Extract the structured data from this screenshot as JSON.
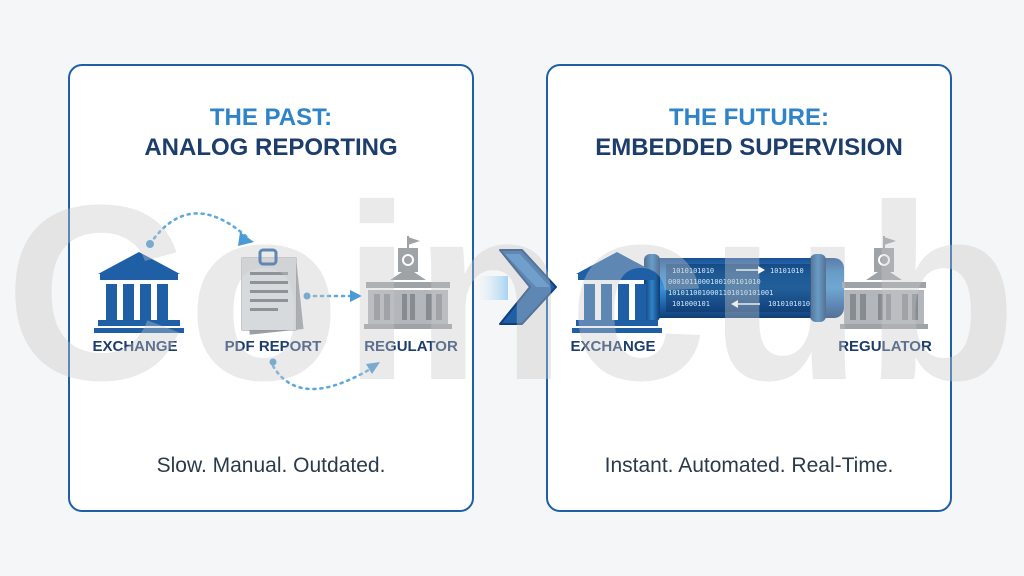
{
  "brand": {
    "primary": "#1f5fa6",
    "accent": "#2f83c9",
    "dark": "#1d3d6b",
    "grey": "#9ea3a8"
  },
  "left_panel": {
    "title_line1": "THE PAST:",
    "title_line2": "ANALOG REPORTING",
    "nodes": [
      {
        "label": "EXCHANGE",
        "icon": "bank-icon"
      },
      {
        "label": "PDF REPORT",
        "icon": "document-stack-icon"
      },
      {
        "label": "REGULATOR",
        "icon": "government-building-icon"
      }
    ],
    "tagline": "Slow. Manual. Outdated."
  },
  "right_panel": {
    "title_line1": "THE FUTURE:",
    "title_line2": "EMBEDDED SUPERVISION",
    "nodes": [
      {
        "label": "EXCHANGE",
        "icon": "bank-icon"
      },
      {
        "label": "REGULATOR",
        "icon": "government-building-icon"
      }
    ],
    "pipe_binary": [
      "1010101010",
      "10101010",
      "0001011000100100101010",
      "1010110010001101010101001",
      "101000101",
      "1010101010"
    ],
    "tagline": "Instant. Automated. Real-Time."
  },
  "transition_arrow": {
    "icon": "chevron-right-arrow-icon"
  },
  "watermark": {
    "text": "Coincub"
  }
}
